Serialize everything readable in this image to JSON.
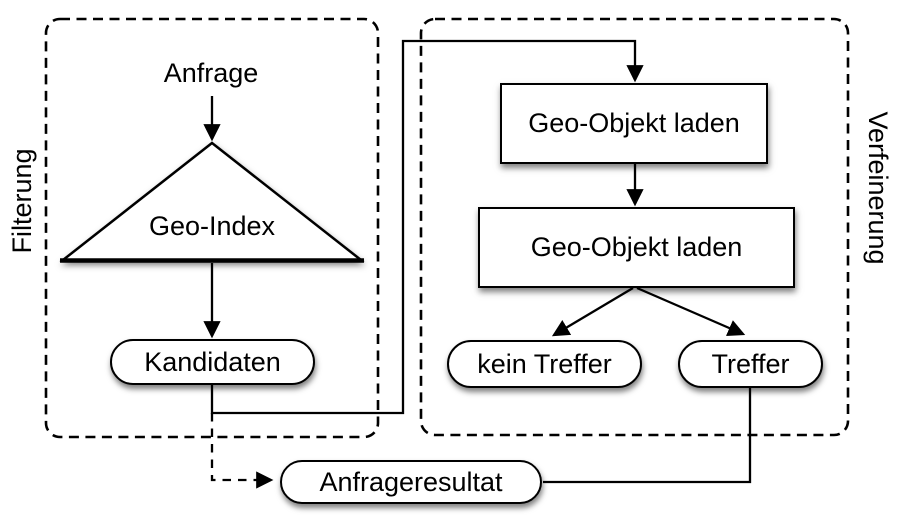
{
  "sections": {
    "filtering": {
      "label": "Filterung"
    },
    "refinement": {
      "label": "Verfeinerung"
    }
  },
  "nodes": {
    "anfrage": "Anfrage",
    "geo_index": "Geo-Index",
    "kandidaten": "Kandidaten",
    "load_geo_object_top": "Geo-Objekt laden",
    "load_geo_object_bottom": "Geo-Objekt laden",
    "kein_treffer": "kein Treffer",
    "treffer": "Treffer",
    "anfrageresultat": "Anfrageresultat"
  },
  "colors": {
    "stroke": "#000000",
    "background": "#ffffff",
    "shadow": "rgba(0,0,0,0.5)"
  }
}
